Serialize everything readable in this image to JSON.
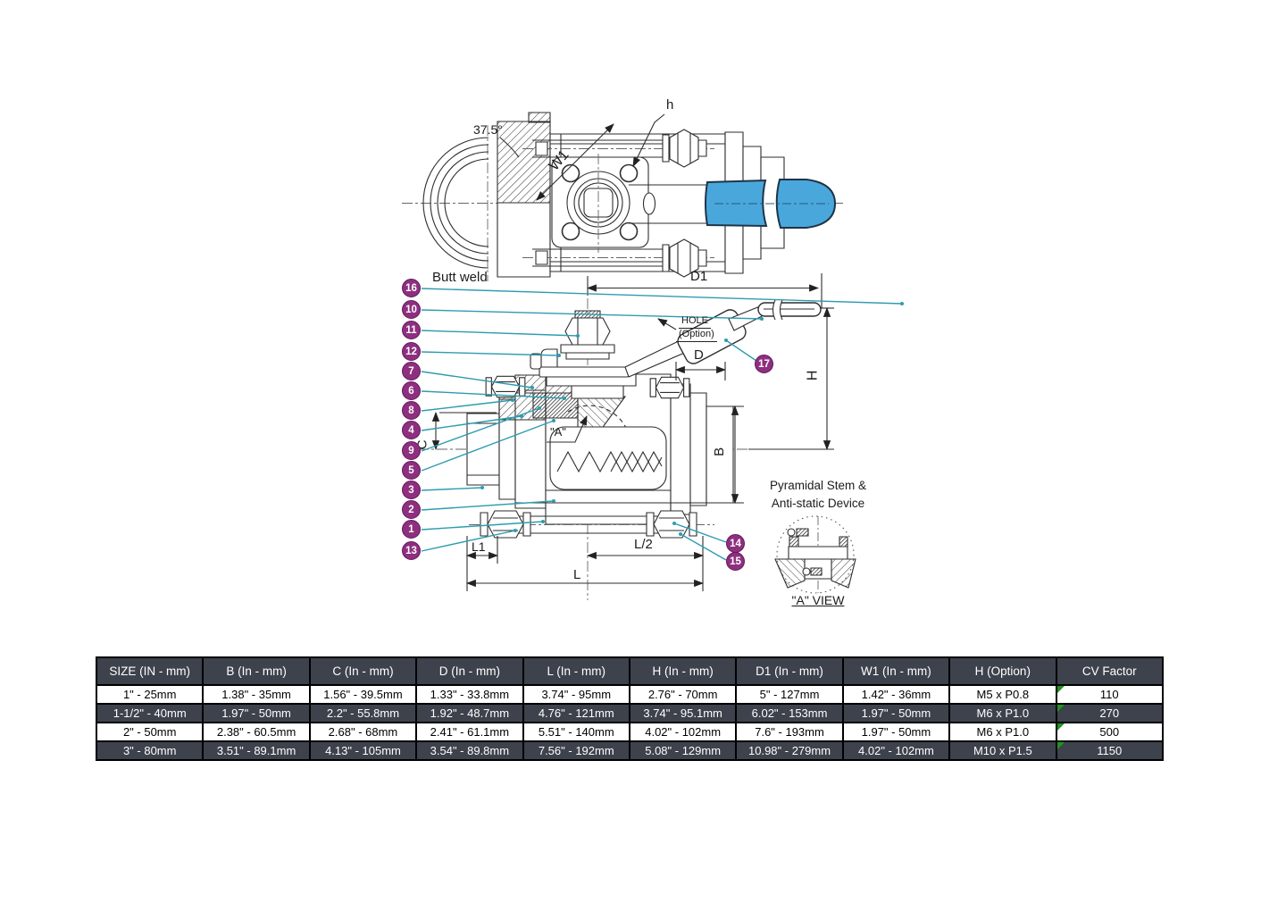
{
  "diagram": {
    "labels": {
      "angle": "37.5°",
      "butt_weld": "Butt weld",
      "h_small": "h",
      "w1": "W1",
      "d1": "D1",
      "hole_line1": "HOLE",
      "hole_line2": "(Option)",
      "h_dim": "H",
      "d_dim": "D",
      "b_dim": "B",
      "c_dim": "C",
      "l1": "L1",
      "l_half": "L/2",
      "l_dim": "L",
      "a_ref": "\"A\""
    },
    "callouts_left": [
      "16",
      "10",
      "11",
      "12",
      "7",
      "6",
      "8",
      "4",
      "9",
      "5",
      "3",
      "2",
      "1",
      "13"
    ],
    "callouts_right": [
      "17",
      "14",
      "15"
    ],
    "detail": {
      "title_line1": "Pyramidal Stem &",
      "title_line2": "Anti-static Device",
      "caption": "\"A\" VIEW"
    }
  },
  "colors": {
    "callout_fill": "#8e2f80",
    "leader_line": "#2d9cb0",
    "handle_blue": "#4aa7dc",
    "table_dark": "#3d424c",
    "flag_green": "#1f9622"
  },
  "table": {
    "headers": [
      "SIZE (IN - mm)",
      "B (In - mm)",
      "C (In - mm)",
      "D (In - mm)",
      "L (In - mm)",
      "H (In - mm)",
      "D1 (In - mm)",
      "W1 (In - mm)",
      "H (Option)",
      "CV Factor"
    ],
    "rows": [
      [
        "1\" - 25mm",
        "1.38\" - 35mm",
        "1.56\" - 39.5mm",
        "1.33\" - 33.8mm",
        "3.74\" - 95mm",
        "2.76\" - 70mm",
        "5\" - 127mm",
        "1.42\" - 36mm",
        "M5 x P0.8",
        "110"
      ],
      [
        "1-1/2\" - 40mm",
        "1.97\" - 50mm",
        "2.2\" - 55.8mm",
        "1.92\" - 48.7mm",
        "4.76\" - 121mm",
        "3.74\" - 95.1mm",
        "6.02\" - 153mm",
        "1.97\" - 50mm",
        "M6 x P1.0",
        "270"
      ],
      [
        "2\" - 50mm",
        "2.38\" - 60.5mm",
        "2.68\" - 68mm",
        "2.41\" - 61.1mm",
        "5.51\" - 140mm",
        "4.02\" - 102mm",
        "7.6\" - 193mm",
        "1.97\" - 50mm",
        "M6 x P1.0",
        "500"
      ],
      [
        "3\" - 80mm",
        "3.51\" - 89.1mm",
        "4.13\" - 105mm",
        "3.54\" - 89.8mm",
        "7.56\" - 192mm",
        "5.08\" - 129mm",
        "10.98\" - 279mm",
        "4.02\" - 102mm",
        "M10 x P1.5",
        "1150"
      ]
    ]
  }
}
